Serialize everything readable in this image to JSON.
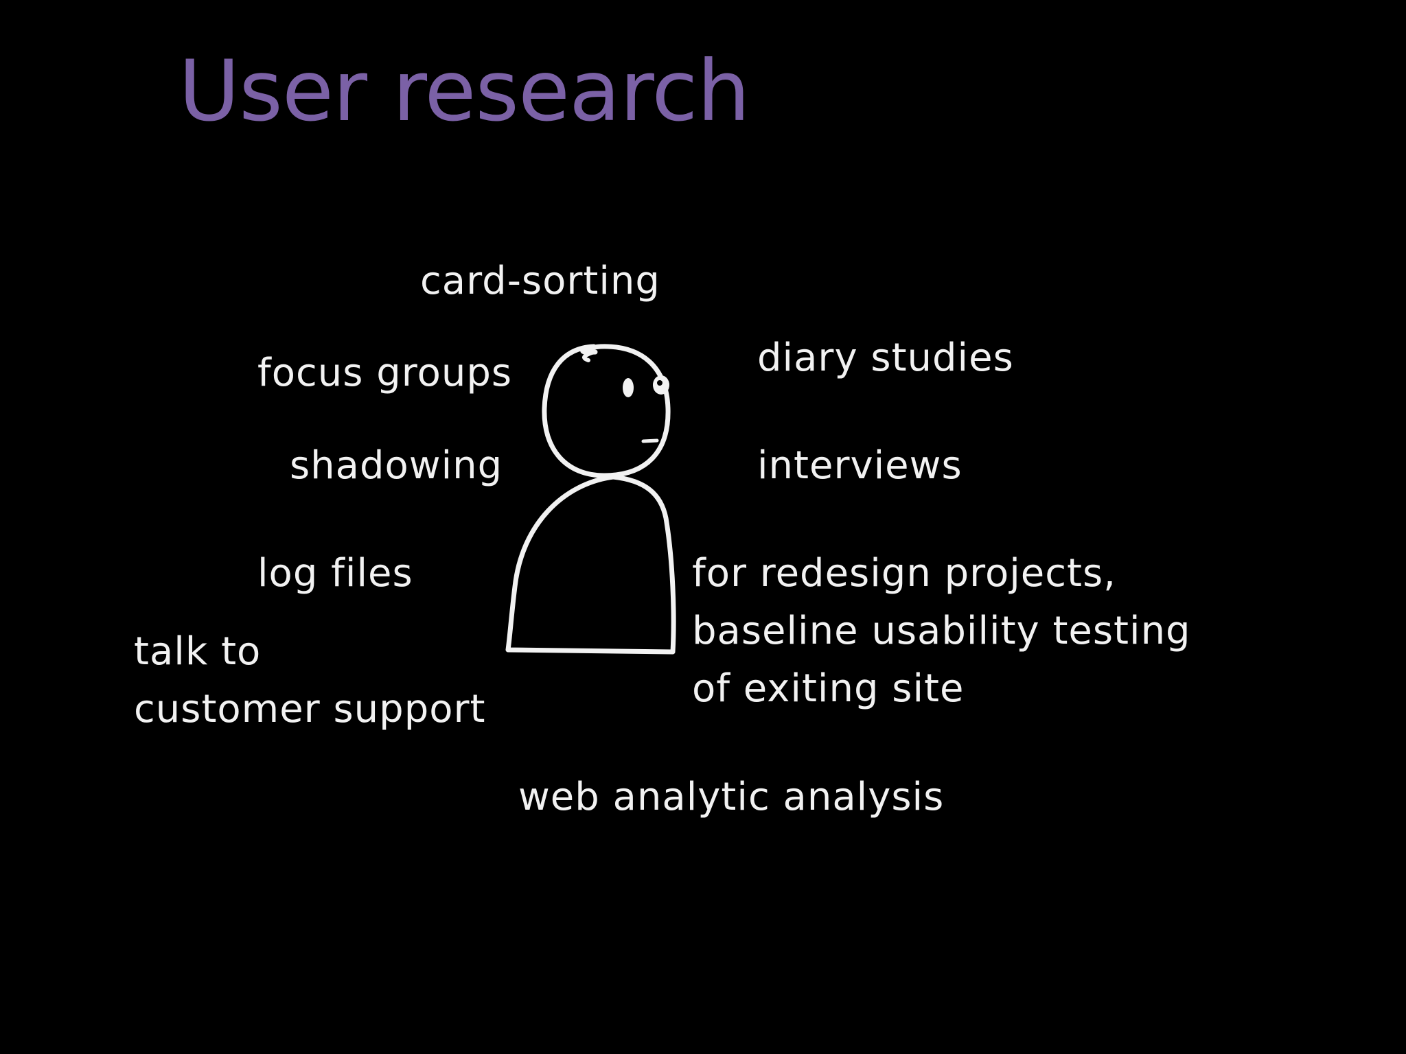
{
  "title": "User research",
  "methods": {
    "card_sorting": "card-sorting",
    "focus_groups": "focus groups",
    "diary_studies": "diary studies",
    "shadowing": "shadowing",
    "interviews": "interviews",
    "log_files": "log files",
    "customer_support": [
      "talk to",
      "customer support"
    ],
    "redesign": [
      "for redesign projects,",
      "baseline usability testing",
      "of exiting site"
    ],
    "web_analytics": "web analytic analysis"
  },
  "colors": {
    "background": "#000000",
    "title": "#7b61a6",
    "sketch": "#f2f2f2"
  }
}
